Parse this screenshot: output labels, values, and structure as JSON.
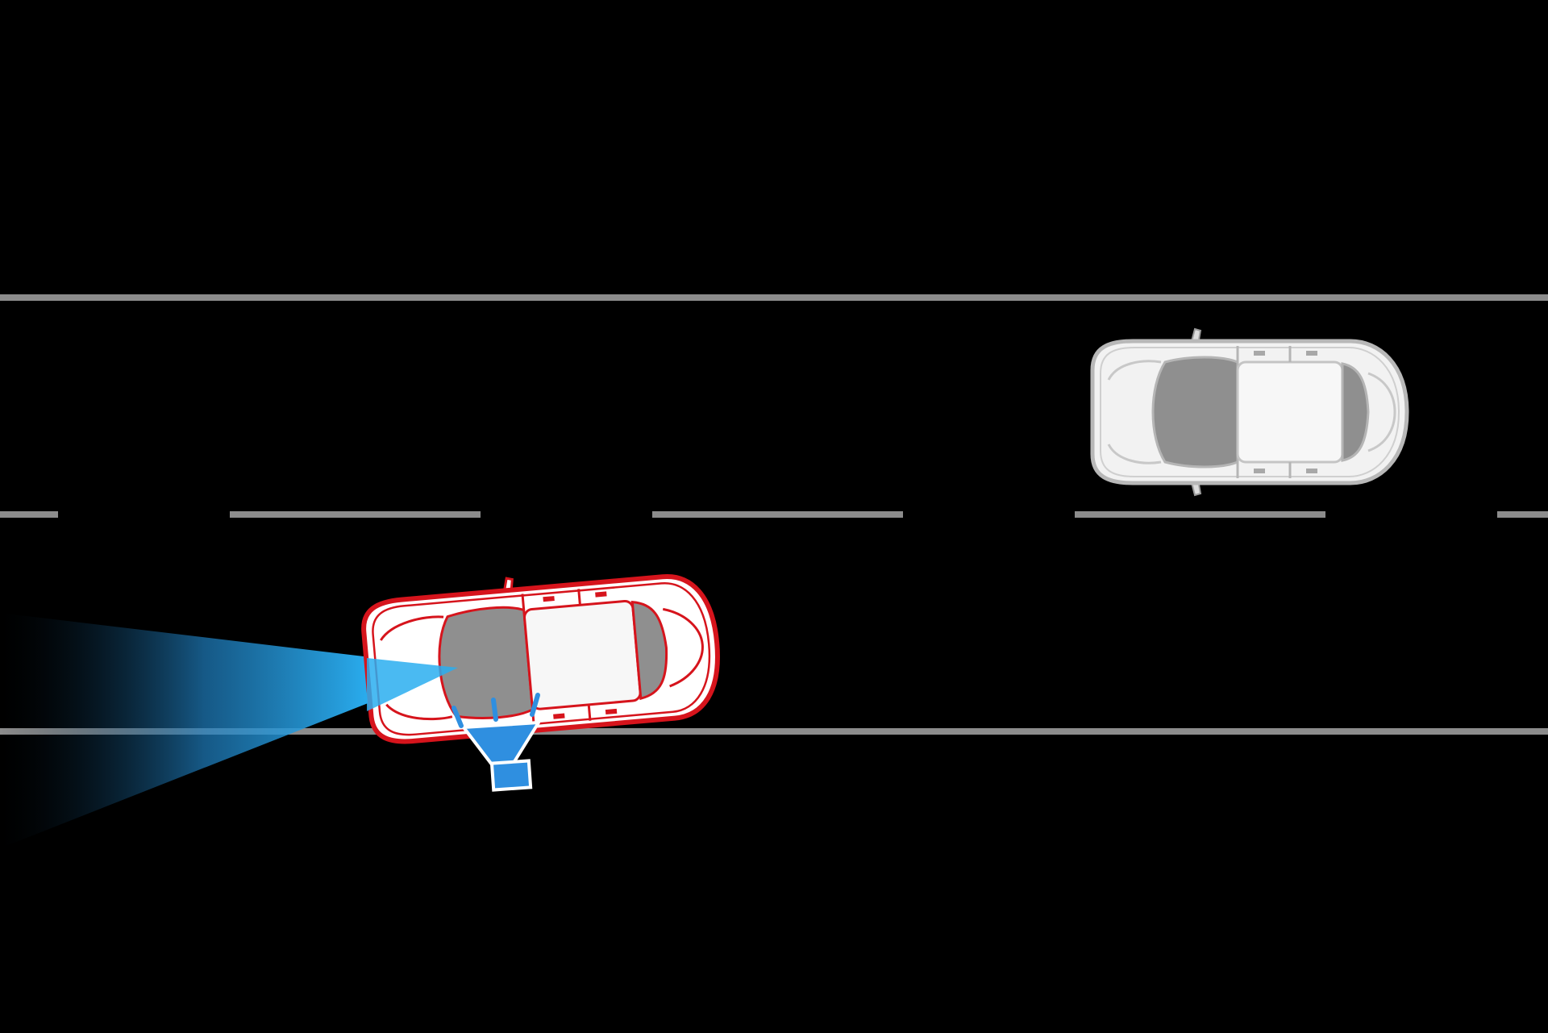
{
  "scene": {
    "background_color": "#000000",
    "lane_line_color": "#8c8c8c",
    "lane_markings": [
      {
        "name": "top-solid-lane-line",
        "style": "solid"
      },
      {
        "name": "center-dashed-lane-line",
        "style": "dashed"
      },
      {
        "name": "bottom-solid-lane-line",
        "style": "solid"
      }
    ],
    "vehicles": [
      {
        "name": "host-vehicle",
        "icon": "car-topdown-icon",
        "outline_color": "#d6141c",
        "heading": "right",
        "lane": "bottom",
        "state": "drifting-out-of-lane"
      },
      {
        "name": "lead-vehicle",
        "icon": "car-topdown-icon",
        "outline_color": "#bdbdbd",
        "heading": "right",
        "lane": "top"
      }
    ],
    "camera_beam": {
      "icon": "camera-view-cone-icon",
      "color": "#2aaef0",
      "direction": "forward"
    },
    "warning": {
      "icon": "lane-departure-alert-icon",
      "color": "#2f8fe0"
    }
  }
}
